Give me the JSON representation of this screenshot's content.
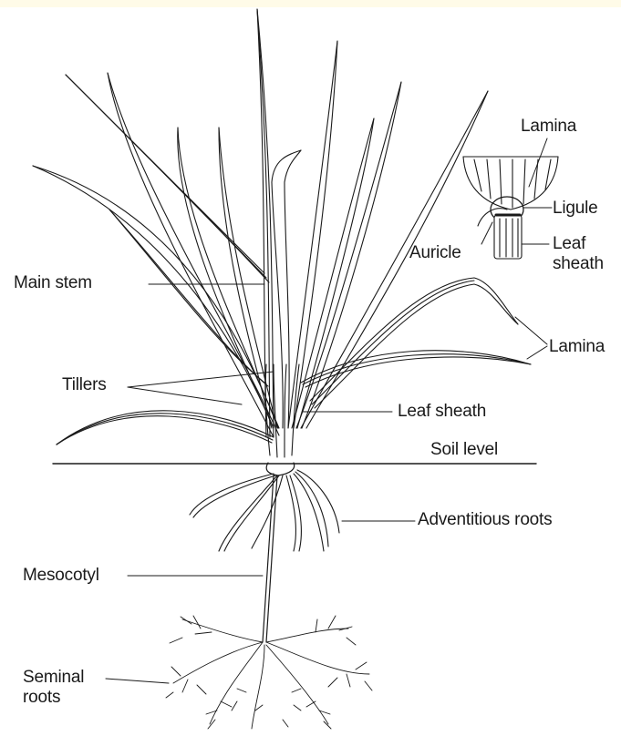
{
  "labels": {
    "lamina_inset": "Lamina",
    "ligule": "Ligule",
    "auricle": "Auricle",
    "leaf_sheath_inset_1": "Leaf",
    "leaf_sheath_inset_2": "sheath",
    "main_stem": "Main stem",
    "lamina": "Lamina",
    "tillers": "Tillers",
    "leaf_sheath": "Leaf sheath",
    "soil_level": "Soil level",
    "adventitious_roots": "Adventitious roots",
    "mesocotyl": "Mesocotyl",
    "seminal_roots_1": "Seminal",
    "seminal_roots_2": "roots"
  },
  "colors": {
    "ink": "#1a1a1a",
    "background": "#ffffff"
  }
}
